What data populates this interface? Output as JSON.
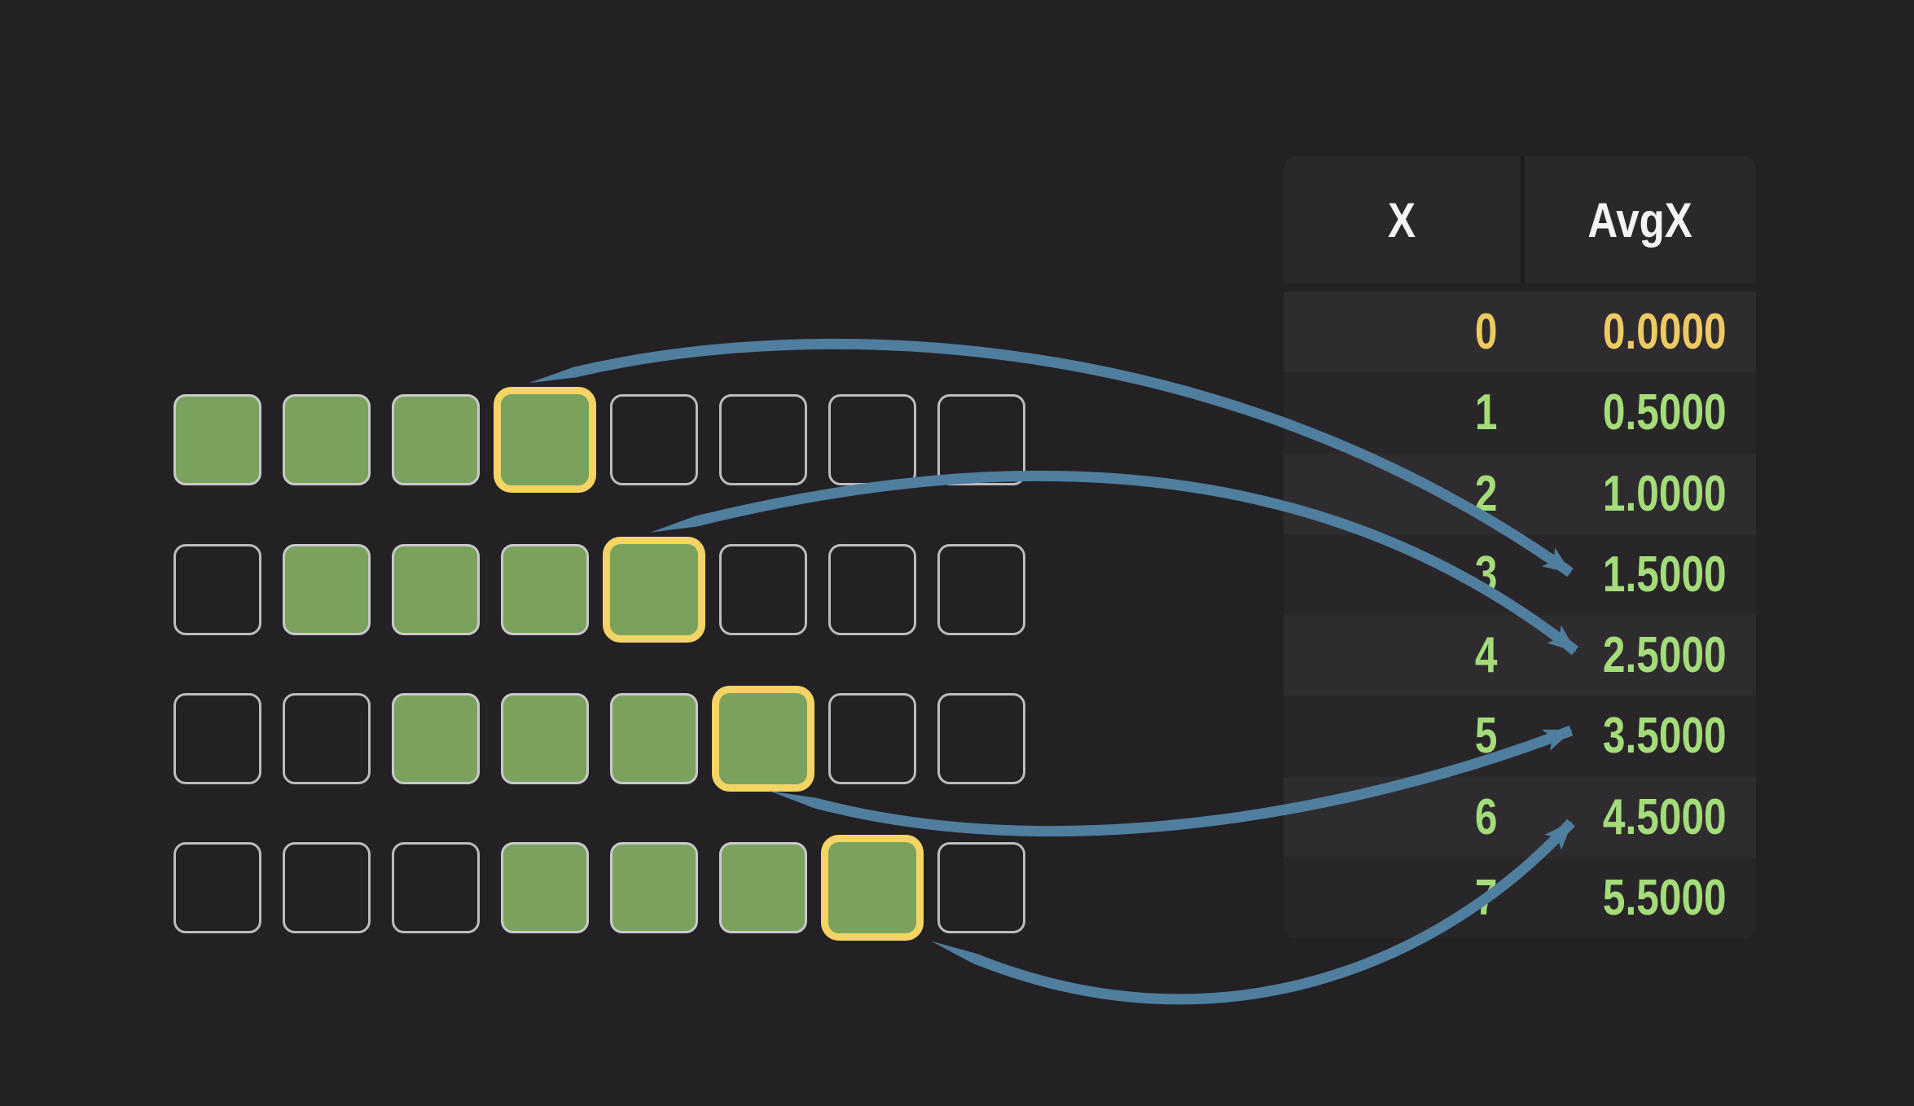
{
  "table": {
    "headers": [
      "X",
      "AvgX"
    ],
    "rows": [
      {
        "x": "0",
        "avgx": "0.0000",
        "highlight": "gold"
      },
      {
        "x": "1",
        "avgx": "0.5000"
      },
      {
        "x": "2",
        "avgx": "1.0000"
      },
      {
        "x": "3",
        "avgx": "1.5000"
      },
      {
        "x": "4",
        "avgx": "2.5000"
      },
      {
        "x": "5",
        "avgx": "3.5000"
      },
      {
        "x": "6",
        "avgx": "4.5000"
      },
      {
        "x": "7",
        "avgx": "5.5000"
      }
    ]
  },
  "grid": {
    "columns": 8,
    "rows": [
      {
        "filled": [
          0,
          1,
          2,
          3
        ],
        "highlighted": 3
      },
      {
        "filled": [
          1,
          2,
          3,
          4
        ],
        "highlighted": 4
      },
      {
        "filled": [
          2,
          3,
          4,
          5
        ],
        "highlighted": 5
      },
      {
        "filled": [
          3,
          4,
          5,
          6
        ],
        "highlighted": 6
      }
    ]
  },
  "arrows": [
    {
      "from_grid_row": 0,
      "from_cell": 3,
      "to_x": "3",
      "to_value": "1.5000"
    },
    {
      "from_grid_row": 1,
      "from_cell": 4,
      "to_x": "4",
      "to_value": "2.5000"
    },
    {
      "from_grid_row": 2,
      "from_cell": 5,
      "to_x": "5",
      "to_value": "3.5000"
    },
    {
      "from_grid_row": 3,
      "from_cell": 6,
      "to_x": "6",
      "to_value": "4.5000"
    }
  ],
  "colors": {
    "background": "#242124",
    "table_header_bg": "#2b282b",
    "table_row_even_bg": "#2f2c2f",
    "table_row_odd_bg": "#292629",
    "column_divider": "#1c1a1c",
    "header_text": "#f5f4f5",
    "value_green": "#a5dc7a",
    "value_gold": "#edca63",
    "square_green": "#7ba25c",
    "square_border": "#c9c8cc",
    "square_border_dim": "#bcbbc0",
    "highlight_yellow": "#f3d464",
    "arrow_blue": "#4f7e9f"
  }
}
